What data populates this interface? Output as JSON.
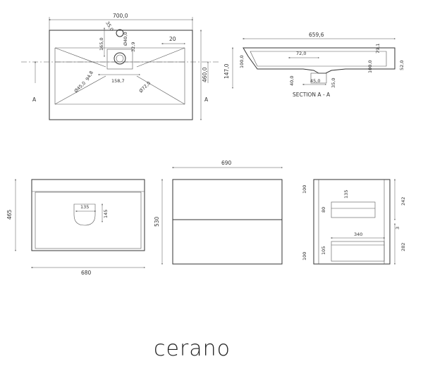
{
  "brand": "cerano",
  "basin_top": {
    "width": "700,0",
    "depth": "460,0",
    "dims": [
      "35,0",
      "165,0",
      "94,8",
      "Ø45,0",
      "158,7",
      "Ø72,0",
      "Ø40,0",
      "32,9",
      "20"
    ]
  },
  "section": {
    "length": "659,6",
    "height": "147,0",
    "dims": [
      "72,0",
      "100,0",
      "45,0",
      "40,0",
      "35,0",
      "100,0",
      "52,0",
      "79,1"
    ],
    "label": "SECTION  A - A"
  },
  "markers": {
    "a_left": "A",
    "a_right": "A"
  },
  "cabinet_top": {
    "width": "680",
    "depth": "465",
    "dims": [
      "135",
      "145"
    ]
  },
  "cabinet_front": {
    "width": "690",
    "height": "530"
  },
  "cabinet_side": {
    "dims": [
      "135",
      "100",
      "80",
      "242",
      "340",
      "3",
      "105",
      "100",
      "282"
    ]
  }
}
